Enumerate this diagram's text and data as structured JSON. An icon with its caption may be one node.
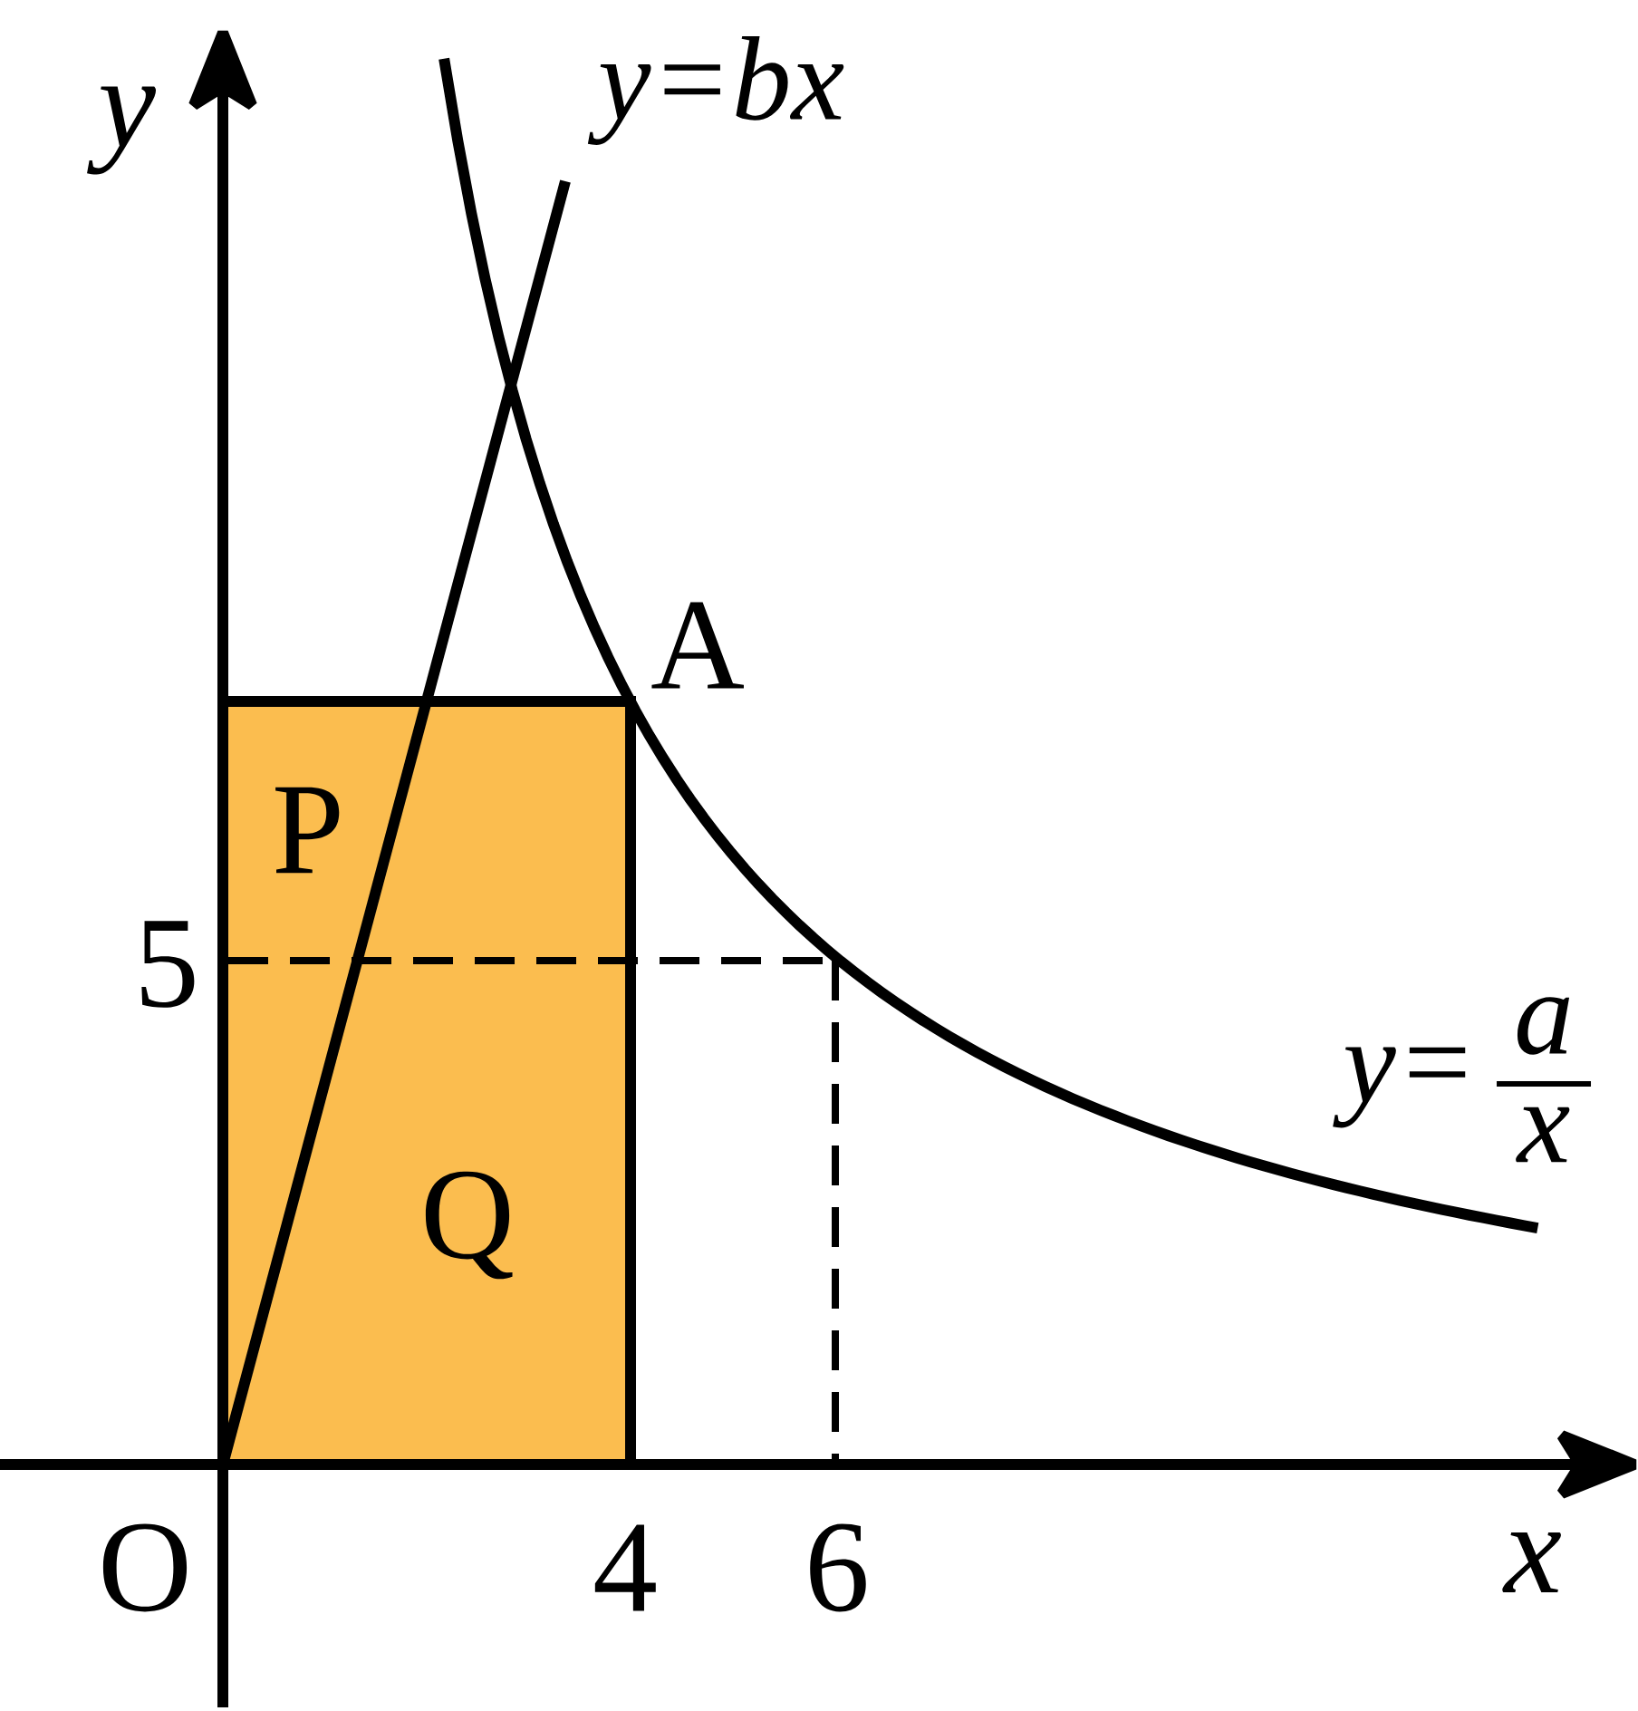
{
  "diagram": {
    "labels": [
      "y",
      "y=bx",
      "A",
      "P",
      "5",
      "y=",
      "a",
      "x",
      "Q",
      "O",
      "4",
      "6",
      "x"
    ]
  }
}
